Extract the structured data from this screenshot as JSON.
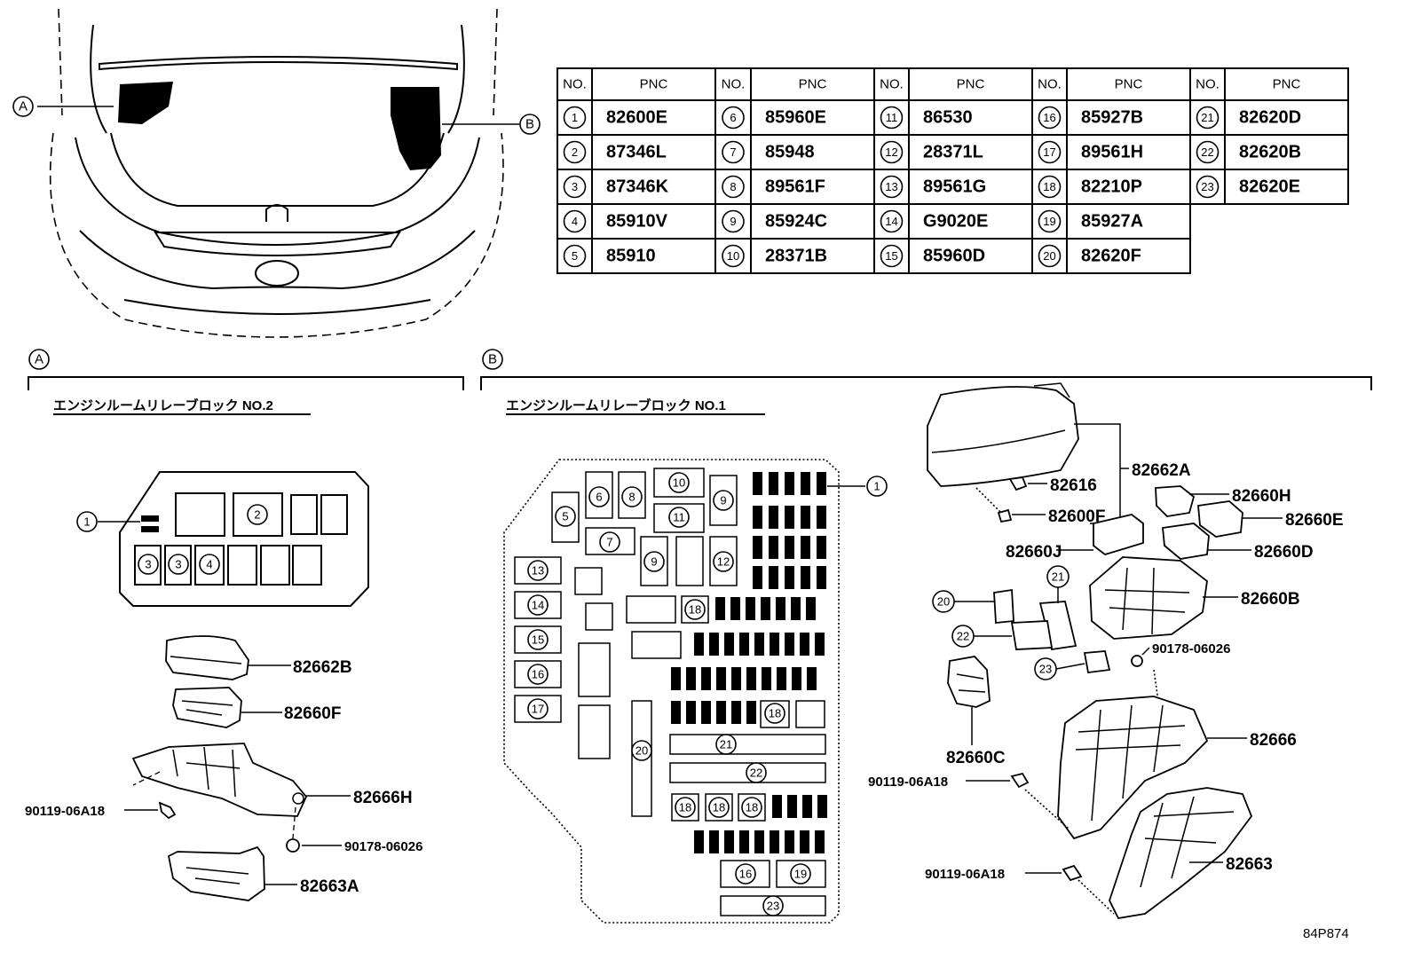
{
  "section_labels": {
    "a": "A",
    "b": "B"
  },
  "block_titles": {
    "block2": "エンジンルームリレーブロック NO.2",
    "block1": "エンジンルームリレーブロック NO.1"
  },
  "table": {
    "headers": {
      "no": "NO.",
      "pnc": "PNC"
    },
    "rows": [
      {
        "no": "1",
        "pnc": "82600E"
      },
      {
        "no": "2",
        "pnc": "87346L"
      },
      {
        "no": "3",
        "pnc": "87346K"
      },
      {
        "no": "4",
        "pnc": "85910V"
      },
      {
        "no": "5",
        "pnc": "85910"
      },
      {
        "no": "6",
        "pnc": "85960E"
      },
      {
        "no": "7",
        "pnc": "85948"
      },
      {
        "no": "8",
        "pnc": "89561F"
      },
      {
        "no": "9",
        "pnc": "85924C"
      },
      {
        "no": "10",
        "pnc": "28371B"
      },
      {
        "no": "11",
        "pnc": "86530"
      },
      {
        "no": "12",
        "pnc": "28371L"
      },
      {
        "no": "13",
        "pnc": "89561G"
      },
      {
        "no": "14",
        "pnc": "G9020E"
      },
      {
        "no": "15",
        "pnc": "85960D"
      },
      {
        "no": "16",
        "pnc": "85927B"
      },
      {
        "no": "17",
        "pnc": "89561H"
      },
      {
        "no": "18",
        "pnc": "82210P"
      },
      {
        "no": "19",
        "pnc": "85927A"
      },
      {
        "no": "20",
        "pnc": "82620F"
      },
      {
        "no": "21",
        "pnc": "82620D"
      },
      {
        "no": "22",
        "pnc": "82620B"
      },
      {
        "no": "23",
        "pnc": "82620E"
      }
    ]
  },
  "parts_a": {
    "p1": "82662B",
    "p2": "82660F",
    "p3": "82666H",
    "p4": "90119-06A18",
    "p5": "90178-06026",
    "p6": "82663A"
  },
  "parts_b": {
    "p1": "82616",
    "p2": "82662A",
    "p3": "82600F",
    "p4": "82660H",
    "p5": "82660E",
    "p6": "82660J",
    "p7": "82660D",
    "p8": "82660B",
    "p9": "90178-06026",
    "p10": "82660C",
    "p11": "82666",
    "p12": "90119-06A18",
    "p13": "90119-06A18",
    "p14": "82663"
  },
  "figure_code": "84P874"
}
